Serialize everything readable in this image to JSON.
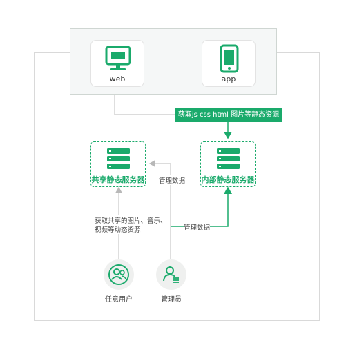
{
  "clients": {
    "web_label": "web",
    "app_label": "app"
  },
  "banner_label": "获取js css html 图片等静态资源",
  "servers": {
    "shared_label": "共享静态服务器",
    "internal_label": "内部静态服务器"
  },
  "flows": {
    "manage_data_top": "管理数据",
    "manage_data_bottom": "管理数据",
    "fetch_shared_line1": "获取共享的图片、音乐、",
    "fetch_shared_line2": "视频等动态资源"
  },
  "users": {
    "anyone_label": "任意用户",
    "admin_label": "管理员"
  },
  "colors": {
    "accent": "#1aaa6b",
    "line": "#c8c8c8"
  }
}
